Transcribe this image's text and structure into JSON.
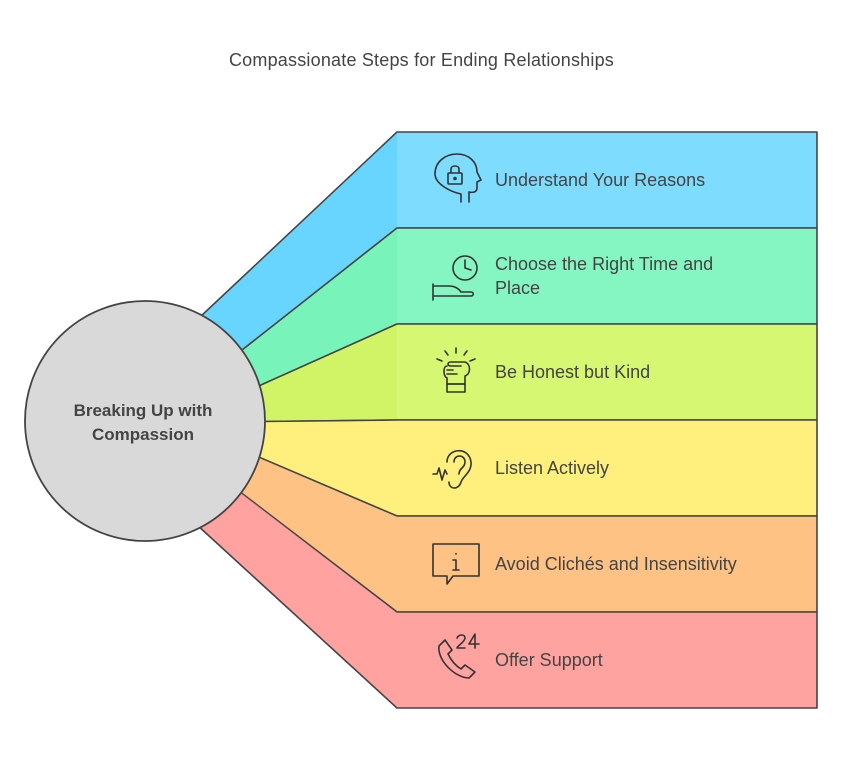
{
  "title": "Compassionate Steps for Ending Relationships",
  "center": {
    "lines": [
      "Breaking Up with",
      "Compassion"
    ],
    "fill": "#d9d9d9"
  },
  "steps": [
    {
      "lines": [
        "Understand Your Reasons"
      ],
      "icon": "head-lock-icon",
      "color": "#7ddcff",
      "wedge": "#56d0ff"
    },
    {
      "lines": [
        "Choose the Right Time and",
        "Place"
      ],
      "icon": "clock-hand-icon",
      "color": "#85f5c2",
      "wedge": "#6ef0b3"
    },
    {
      "lines": [
        "Be Honest but Kind"
      ],
      "icon": "fist-icon",
      "color": "#d6f772",
      "wedge": "#ccf25c"
    },
    {
      "lines": [
        "Listen Actively"
      ],
      "icon": "ear-icon",
      "color": "#fff07d",
      "wedge": "#fff07d"
    },
    {
      "lines": [
        "Avoid Clichés and Insensitivity"
      ],
      "icon": "info-bubble-icon",
      "color": "#ffc285",
      "wedge": "#ffc285"
    },
    {
      "lines": [
        "Offer Support"
      ],
      "icon": "phone-24-icon",
      "color": "#ffa3a0",
      "wedge": "#ffa3a0"
    }
  ]
}
